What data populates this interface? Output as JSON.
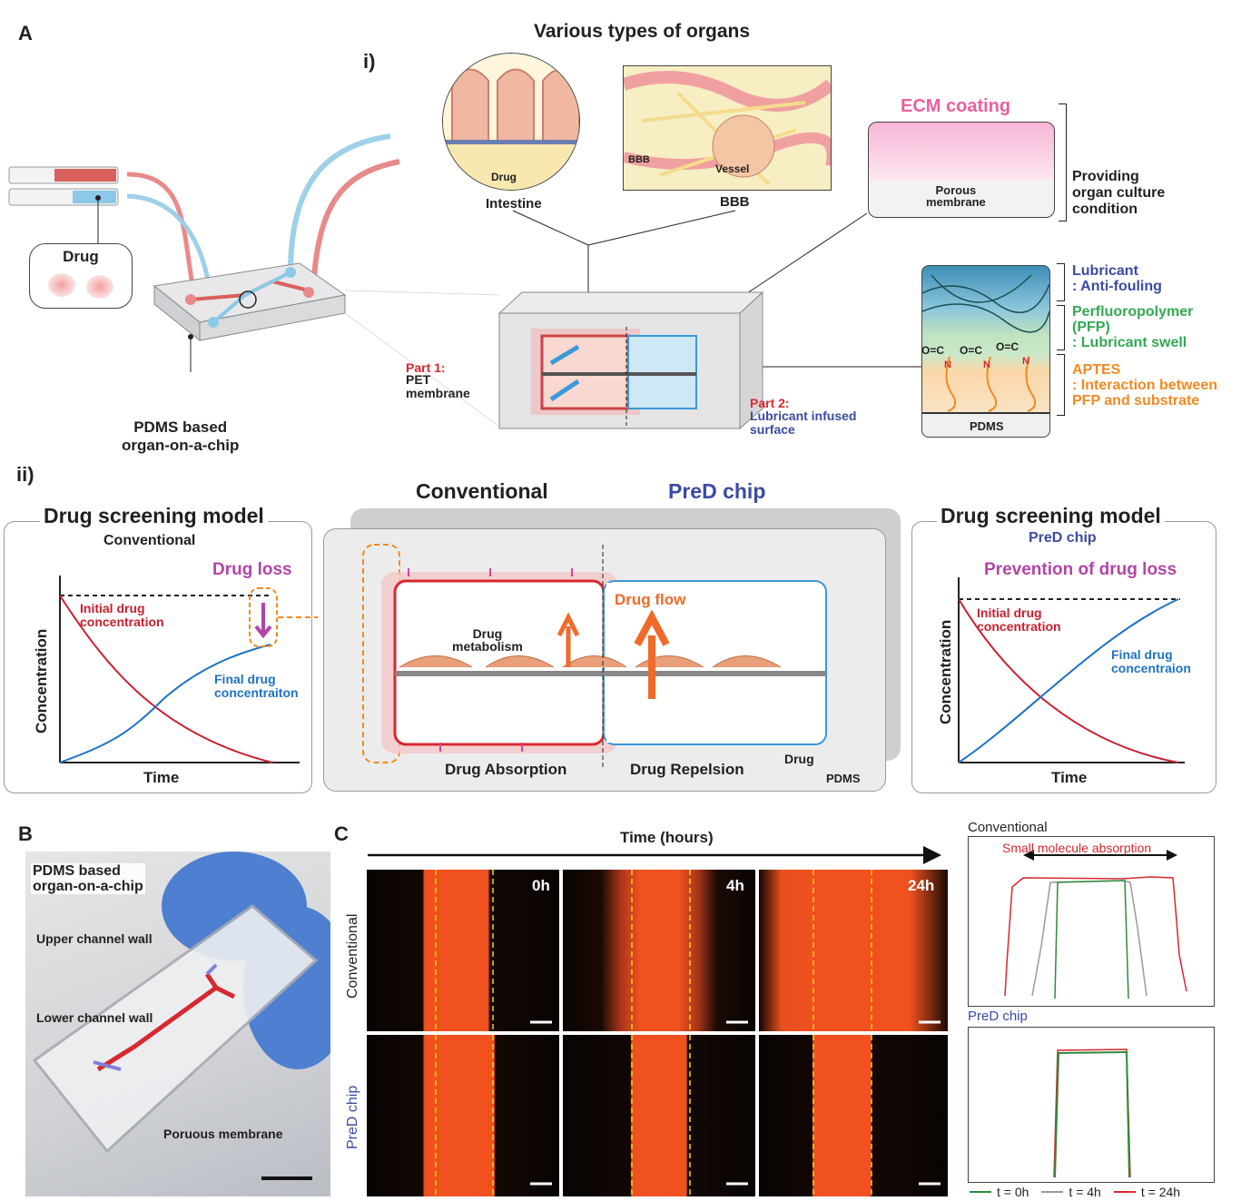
{
  "panel_a": {
    "letter": "A",
    "section_i": "i)",
    "section_ii": "ii)",
    "organs_title": "Various types of organs",
    "intestine_label": "Intestine",
    "intestine_drug": "Drug",
    "bbb_label": "BBB",
    "bbb_inner": "BBB",
    "vessel_label": "Vessel",
    "ecm_coating": "ECM coating",
    "porous_membrane": "Porous\nmembrane",
    "providing": "Providing\norgan culture\ncondition",
    "drug_box_label": "Drug",
    "pdms_chip_label": "PDMS based\norgan-on-a-chip",
    "part1_title": "Part 1:",
    "part1_text": "PET\nmembrane",
    "part2_title": "Part 2:",
    "part2_text": "Lubricant infused\nsurface",
    "lubricant": "Lubricant\n: Anti-fouling",
    "pfp": "Perfluoropolymer\n(PFP)\n: Lubricant swell",
    "aptes": "APTES\n: Interaction between\nPFP and substrate",
    "pdms_small": "PDMS",
    "carbonyl": "O=C",
    "nitrogen": "N",
    "conventional_header": "Conventional",
    "pred_header": "PreD chip",
    "left_model_title": "Drug screening model",
    "left_model_sub": "Conventional",
    "drug_loss": "Drug loss",
    "left_initial": "Initial drug\nconcentration",
    "left_final": "Final drug\nconcentraiton",
    "left_ylabel": "Concentration",
    "left_xlabel": "Time",
    "right_model_title": "Drug screening model",
    "right_model_sub": "PreD chip",
    "prevention": "Prevention of drug loss",
    "right_initial": "Initial drug\nconcentration",
    "right_final": "Final drug\nconcentraion",
    "right_ylabel": "Concentration",
    "right_xlabel": "Time",
    "drug_metabolism": "Drug\nmetabolism",
    "drug_flow": "Drug flow",
    "drug_absorption": "Drug Absorption",
    "drug_repelsion": "Drug Repelsion",
    "drug_center": "Drug",
    "pdms_center": "PDMS"
  },
  "panel_b": {
    "letter": "B",
    "title": "PDMS based\norgan-on-a-chip",
    "upper_wall": "Upper channel wall",
    "lower_wall": "Lower channel wall",
    "membrane": "Poruous membrane"
  },
  "panel_c": {
    "letter": "C",
    "time_axis": "Time (hours)",
    "row_conventional": "Conventional",
    "row_pred": "PreD chip",
    "t0": "0h",
    "t4": "4h",
    "t24": "24h",
    "profile_conventional_title": "Conventional",
    "profile_annotation": "Small molecule absorption",
    "profile_pred_title": "PreD chip",
    "legend_t0": "t = 0h",
    "legend_t4": "t = 4h",
    "legend_t24": "t = 24h",
    "colors": {
      "t0": "#2e8b3a",
      "t4": "#9a9a9a",
      "t24": "#d7282f",
      "fluor": "#f0511f"
    }
  }
}
